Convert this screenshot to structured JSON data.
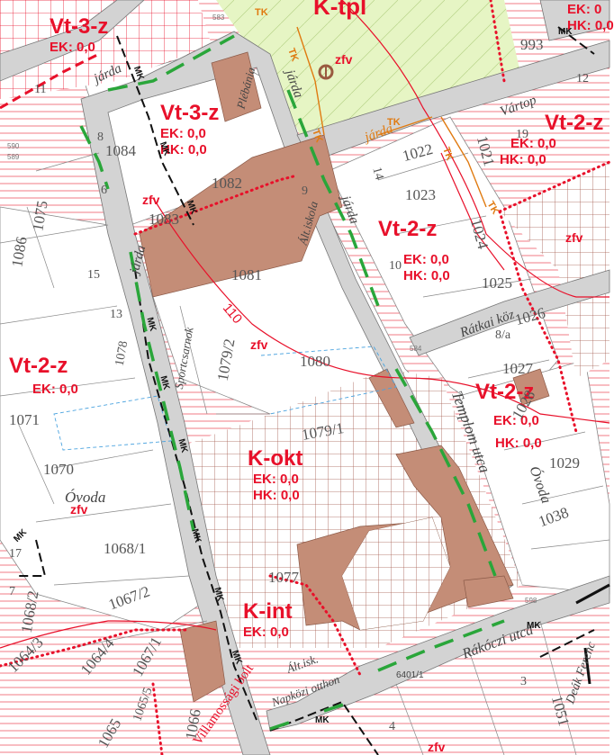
{
  "zones": [
    {
      "id": "vt3z-top",
      "code": "Vt-3-z",
      "lines": [
        "EK: 0,0"
      ]
    },
    {
      "id": "ktpl",
      "code": "K-tpl",
      "lines": []
    },
    {
      "id": "tr-partial",
      "code": "",
      "lines": [
        "EK: 0",
        "HK: 0,0"
      ]
    },
    {
      "id": "vt3z",
      "code": "Vt-3-z",
      "lines": [
        "EK: 0,0",
        "HK: 0,0"
      ]
    },
    {
      "id": "vt2z-right",
      "code": "Vt-2-z",
      "lines": [
        "EK: 0,0",
        "HK: 0,0"
      ]
    },
    {
      "id": "vt2z-center",
      "code": "Vt-2-z",
      "lines": [
        "EK: 0,0",
        "HK: 0,0"
      ]
    },
    {
      "id": "vt2z-left",
      "code": "Vt-2-z",
      "lines": [
        "EK: 0,0"
      ]
    },
    {
      "id": "vt2z-lower",
      "code": "Vt-2-z",
      "lines": [
        "EK: 0,0",
        "HK: 0,0"
      ]
    },
    {
      "id": "kokt",
      "code": "K-okt",
      "lines": [
        "EK: 0,0",
        "HK: 0,0"
      ]
    },
    {
      "id": "kint",
      "code": "K-int",
      "lines": [
        "EK: 0,0"
      ]
    }
  ],
  "zfv_labels": [
    "zfv",
    "zfv",
    "zfv",
    "zfv",
    "zfv",
    "zfv"
  ],
  "plots": [
    "993",
    "1084",
    "1082",
    "1083",
    "1081",
    "1080",
    "1079/2",
    "1079/1",
    "1078",
    "1071",
    "1070",
    "1068/1",
    "1068/2",
    "1067/2",
    "1067/1",
    "1064/3",
    "1064/4",
    "1065/5",
    "1065",
    "1066",
    "1077",
    "1086",
    "1075",
    "1022",
    "1021",
    "1023",
    "1024",
    "1025",
    "1026",
    "1027",
    "1028",
    "1029",
    "1038",
    "1051",
    "11",
    "14",
    "19",
    "10",
    "13",
    "15",
    "8",
    "6",
    "9",
    "3",
    "4",
    "12",
    "8/a",
    "17",
    "7"
  ],
  "streets": [
    "járda",
    "Plébánia",
    "járda",
    "járda",
    "Ált.iskola",
    "járda",
    "Sportcsarnok",
    "Rátkai köz",
    "Templom utca",
    "Óvoda",
    "Óvoda",
    "Rákóczi utca",
    "Ált.isk.",
    "Napközi otthon",
    "Villamossági bolt",
    "Vártop",
    "járda",
    "Deák Ferenc"
  ],
  "mk_label": "MK",
  "tk_label": "TK",
  "contour_label": "110",
  "tiny_labels": [
    "583",
    "590",
    "589",
    "584",
    "598",
    "6401/1"
  ],
  "colors": {
    "zone_text": "#e8102a",
    "road_fill": "#d3d3d3",
    "green_zone": "#e6f5c4",
    "building_fill": "#bf8a73",
    "dark_building": "#b06e58",
    "hatch": "#e8102a",
    "grid": "#a0524a",
    "green_dash": "#2aa63a"
  }
}
